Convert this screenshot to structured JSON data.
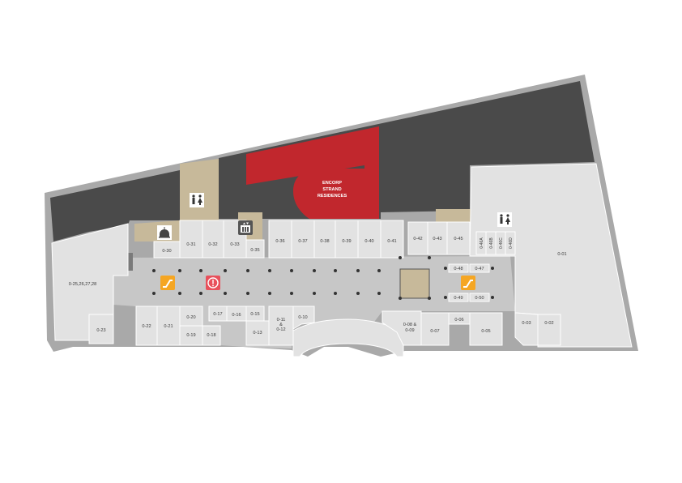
{
  "colors": {
    "outline": "#a9a9a9",
    "dark_block": "#4a4a4a",
    "unit_fill": "#e2e2e2",
    "unit_stroke": "#ffffff",
    "corridor": "#c7c7c7",
    "service": "#c7b99a",
    "anchor": "#c1272d",
    "escalator": "#f5a623",
    "info": "#e8505b",
    "column": "#333333"
  },
  "anchor": {
    "label_line1": "ENCORP",
    "label_line2": "STRAND",
    "label_line3": "RESIDENCES"
  },
  "units": {
    "u01": "0-01",
    "u02": "0-02",
    "u03": "0-03",
    "u05": "0-05",
    "u06": "0-06",
    "u07": "0-07",
    "u08": "0-08 &",
    "u09": "0-09",
    "u10": "0-10",
    "u11": "0-11",
    "u11amp": "&",
    "u12": "0-12",
    "u13": "0-13",
    "u15": "0-15",
    "u16": "0-16",
    "u17": "0-17",
    "u18": "0-18",
    "u19": "0-19",
    "u20": "0-20",
    "u21": "0-21",
    "u22": "0-22",
    "u23": "0-23",
    "u25": "0-25,26,27,28",
    "u30": "0-30",
    "u31": "0-31",
    "u32": "0-32",
    "u33": "0-33",
    "u35": "0-35",
    "u36": "0-36",
    "u37": "0-37",
    "u38": "0-38",
    "u39": "0-39",
    "u40": "0-40",
    "u41": "0-41",
    "u42": "0-42",
    "u43": "0-43",
    "u45": "0-45",
    "u46a": "0-46A",
    "u46b": "0-46B",
    "u46c": "0-46C",
    "u46d": "0-46D",
    "u47": "0-47",
    "u48": "0-48",
    "u49": "0-49",
    "u50": "0-50"
  },
  "icons": {
    "restroom": "restroom-icon",
    "prayer": "prayer-room-icon",
    "lift": "lift-icon",
    "escalator": "escalator-icon",
    "info": "info-icon"
  }
}
